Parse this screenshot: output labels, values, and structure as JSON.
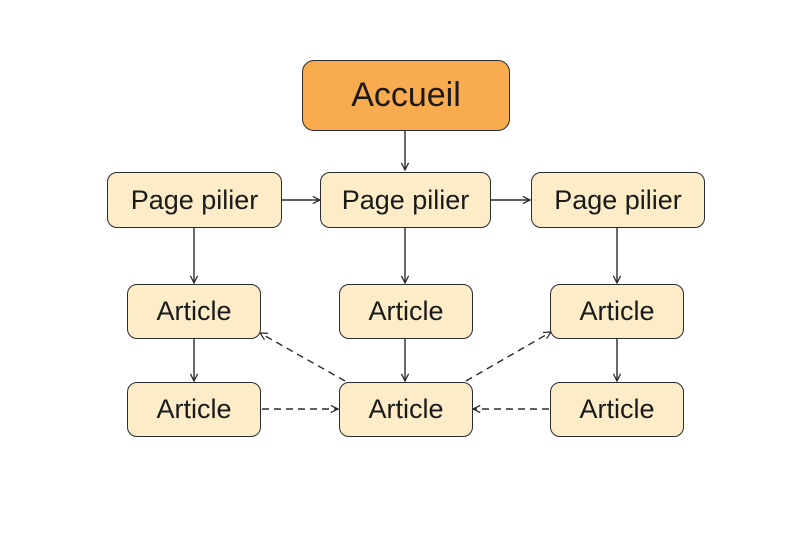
{
  "diagram": {
    "colors": {
      "root_fill": "#f9ab4f",
      "node_fill": "#fcecc8",
      "stroke": "#2b2b2b"
    },
    "nodes": {
      "root": {
        "label": "Accueil"
      },
      "pillars": [
        {
          "label": "Page pilier"
        },
        {
          "label": "Page pilier"
        },
        {
          "label": "Page pilier"
        }
      ],
      "articles_row1": [
        {
          "label": "Article"
        },
        {
          "label": "Article"
        },
        {
          "label": "Article"
        }
      ],
      "articles_row2": [
        {
          "label": "Article"
        },
        {
          "label": "Article"
        },
        {
          "label": "Article"
        }
      ]
    },
    "edges": [
      {
        "from": "root",
        "to": "pillar-2",
        "style": "solid"
      },
      {
        "from": "pillar-1",
        "to": "pillar-2",
        "style": "solid"
      },
      {
        "from": "pillar-2",
        "to": "pillar-3",
        "style": "solid"
      },
      {
        "from": "pillar-1",
        "to": "article-1-1",
        "style": "solid"
      },
      {
        "from": "pillar-2",
        "to": "article-1-2",
        "style": "solid"
      },
      {
        "from": "pillar-3",
        "to": "article-1-3",
        "style": "solid"
      },
      {
        "from": "article-1-1",
        "to": "article-2-1",
        "style": "solid"
      },
      {
        "from": "article-1-2",
        "to": "article-2-2",
        "style": "solid"
      },
      {
        "from": "article-1-3",
        "to": "article-2-3",
        "style": "solid"
      },
      {
        "from": "article-2-1",
        "to": "article-2-2",
        "style": "dashed"
      },
      {
        "from": "article-2-3",
        "to": "article-2-2",
        "style": "dashed"
      },
      {
        "from": "article-2-2",
        "to": "article-1-1",
        "style": "dashed"
      },
      {
        "from": "article-2-2",
        "to": "article-1-3",
        "style": "dashed"
      }
    ]
  }
}
